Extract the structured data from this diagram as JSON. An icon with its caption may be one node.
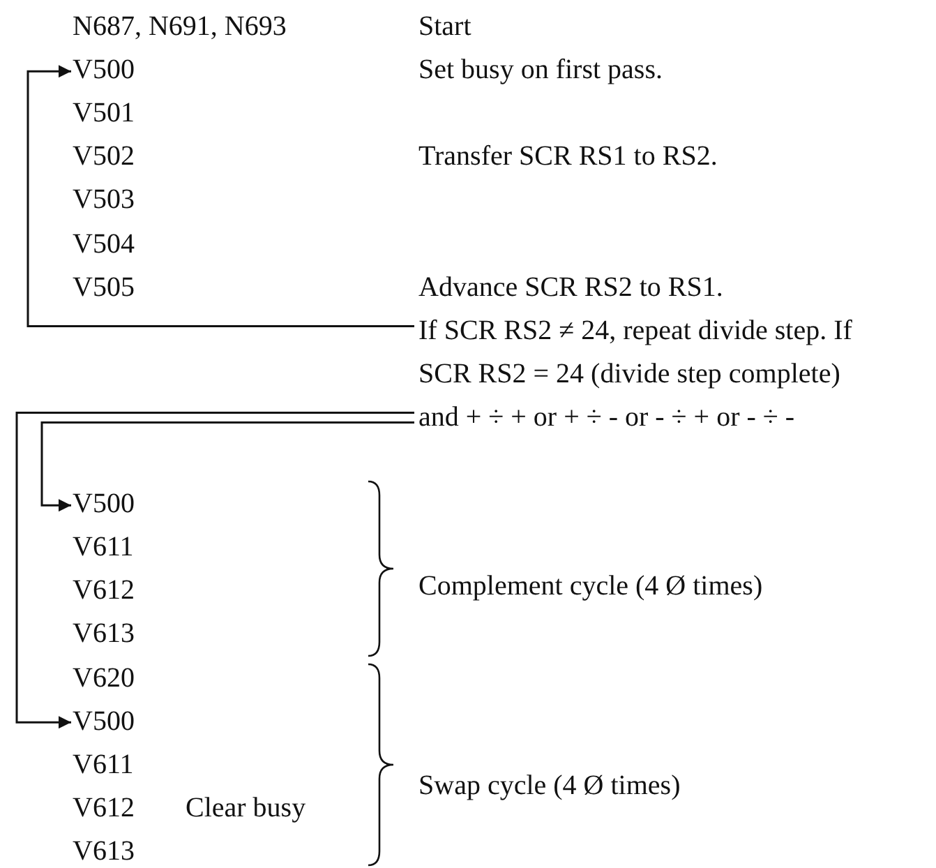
{
  "diagram": {
    "nodes": [
      {
        "text": [
          "V500"
        ]
      },
      {
        "text": [
          "If SCR RS2 ≠ 24, repeat divide step. If SCR RS2 = 24 (divide step complete) and + ÷ + or + ÷ - or - ÷ + or - ÷ -"
        ]
      },
      {
        "text": [
          "V500"
        ]
      },
      {
        "text": [
          "V500"
        ]
      }
    ],
    "edges": [
      {
        "from": 1,
        "to": 0,
        "arrow": "to"
      },
      {
        "from": 1,
        "to": 3,
        "arrow": "to"
      },
      {
        "from": 1,
        "to": 2,
        "arrow": "to"
      }
    ],
    "labels": [
      "N687, N691, N693",
      "Start",
      "Set busy on first pass.",
      "V501",
      "V502",
      "Transfer SCR RS1 to RS2.",
      "V503",
      "V504",
      "V505",
      "Advance SCR RS2 to RS1.",
      "V611",
      "V612",
      "V613",
      "Complement cycle (4 Ø times)",
      "V620",
      "V611",
      "V612",
      "Clear busy",
      "V613",
      "Swap cycle (4 Ø times)"
    ]
  }
}
